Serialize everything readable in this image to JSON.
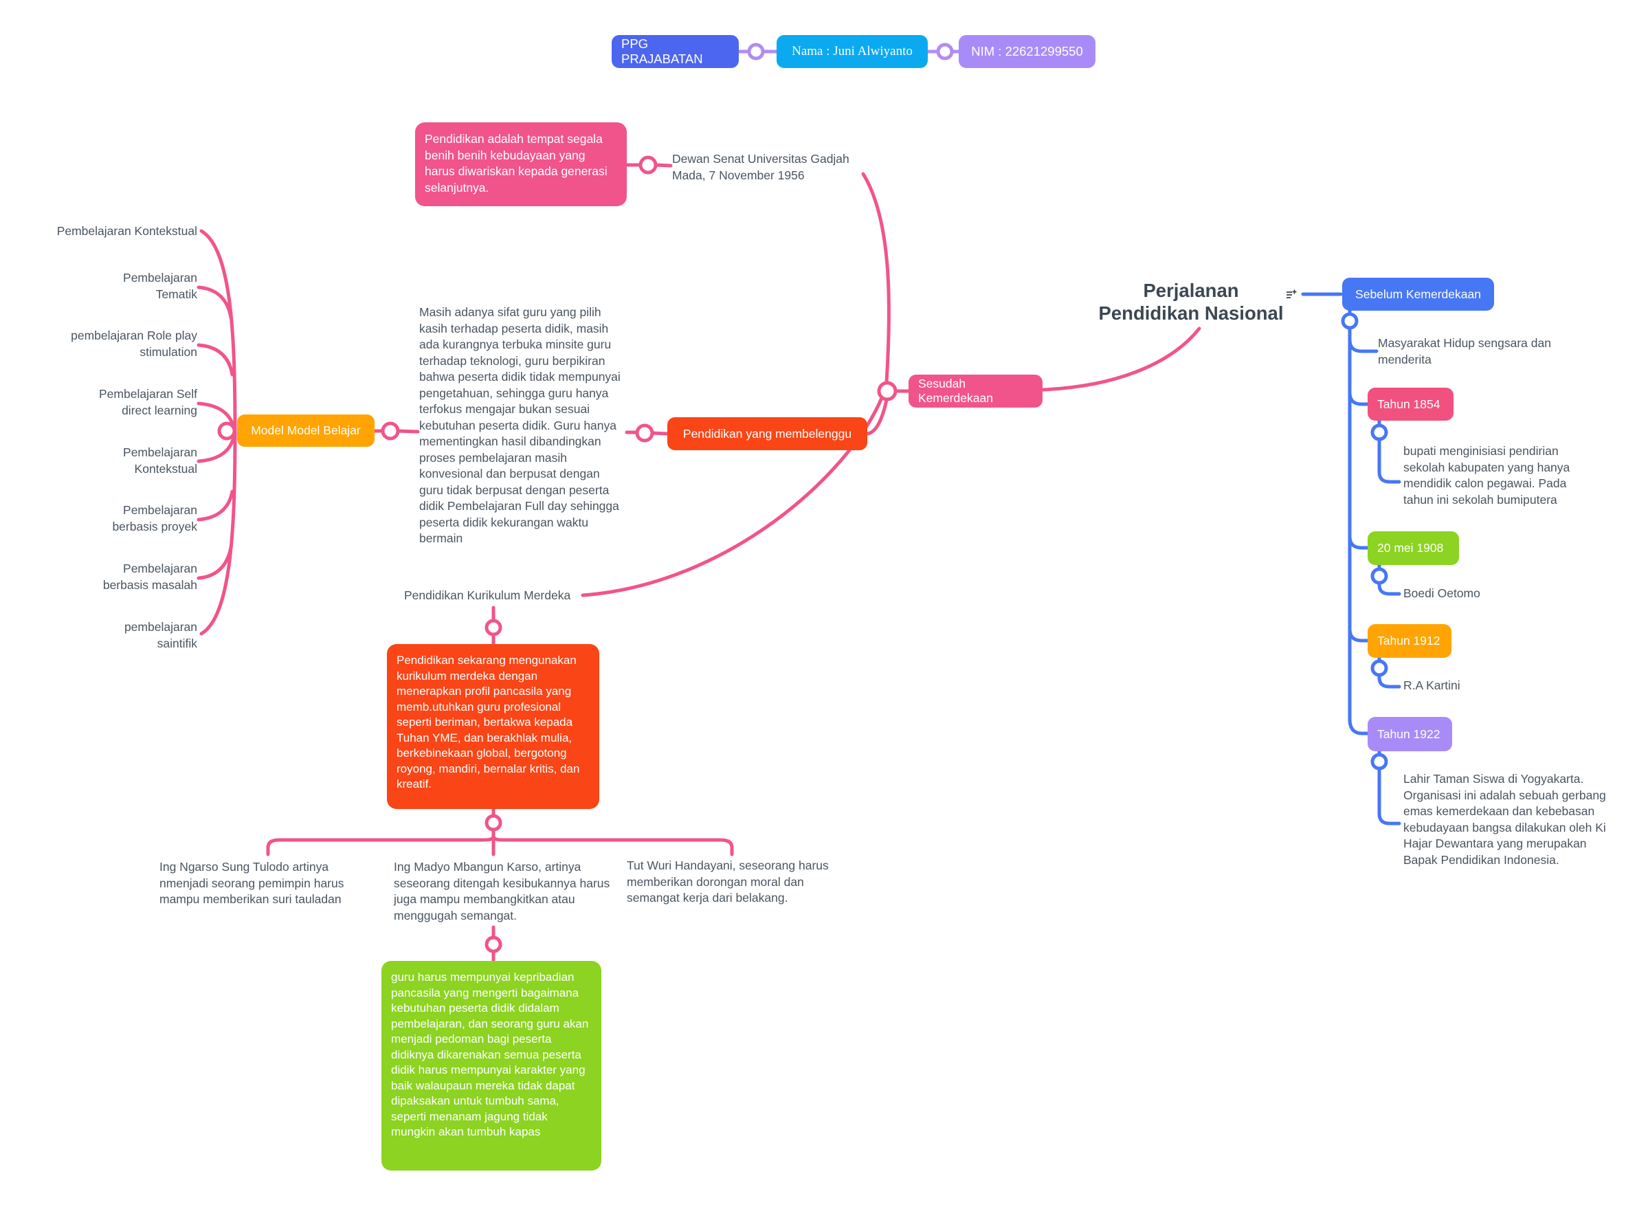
{
  "header": {
    "ppg": "PPG PRAJABATAN",
    "nama": "Nama : Juni Alwiyanto",
    "nim": "NIM : 22621299550"
  },
  "title": "Perjalanan Pendidikan Nasional",
  "sesudah_branch": {
    "label": "Sesudah Kemerdekaan",
    "quote": "Pendidikan adalah tempat segala benih benih kebudayaan yang harus diwariskan kepada generasi selanjutnya.",
    "quote_source": "Dewan Senat Universitas Gadjah Mada, 7 November 1956",
    "membelenggu": {
      "label": "Pendidikan yang membelenggu",
      "description": "Masih adanya sifat guru yang pilih kasih terhadap peserta didik, masih ada kurangnya terbuka minsite guru terhadap teknologi, guru berpikiran bahwa peserta didik tidak mempunyai pengetahuan, sehingga guru hanya terfokus mengajar bukan sesuai kebutuhan peserta didik.  Guru hanya mementingkan hasil dibandingkan proses  pembelajaran masih konvesional dan berpusat dengan guru tidak berpusat dengan peserta didik Pembelajaran Full day sehingga peserta didik kekurangan waktu bermain"
    },
    "model_belajar": {
      "label": "Model Model Belajar",
      "items": [
        "Pembelajaran Kontekstual",
        "Pembelajaran Tematik",
        "pembelajaran Role play stimulation",
        "Pembelajaran Self direct learning",
        "Pembelajaran Kontekstual",
        "Pembelajaran berbasis proyek",
        "Pembelajaran berbasis masalah",
        "pembelajaran saintifik"
      ]
    },
    "kurikulum": {
      "label": "Pendidikan Kurikulum Merdeka",
      "description": "Pendidikan sekarang mengunakan kurikulum merdeka dengan menerapkan profil pancasila yang memb.utuhkan guru profesional seperti beriman, bertakwa kepada Tuhan YME, dan berakhlak mulia, berkebinekaan global, bergotong royong, mandiri, bernalar kritis, dan kreatif.",
      "trilogi": [
        "Ing Ngarso Sung Tulodo artinya nmenjadi seorang pemimpin harus mampu memberikan suri tauladan",
        "Ing Madyo Mbangun Karso, artinya seseorang ditengah kesibukannya harus juga mampu membangkitkan atau menggugah semangat.",
        "Tut Wuri Handayani, seseorang harus memberikan dorongan moral dan semangat kerja dari belakang."
      ],
      "guru": "guru harus mempunyai kepribadian pancasila yang mengerti bagaimana kebutuhan peserta didik didalam pembelajaran, dan seorang guru akan menjadi pedoman bagi peserta didiknya dikarenakan semua peserta didik harus mempunyai karakter yang baik walaupaun mereka tidak dapat dipaksakan untuk tumbuh sama, seperti menanam jagung tidak mungkin akan tumbuh kapas"
    }
  },
  "sebelum_branch": {
    "label": "Sebelum Kemerdekaan",
    "masyarakat": "Masyarakat Hidup sengsara dan menderita",
    "timeline": [
      {
        "year": "Tahun 1854",
        "color": "#f1517f",
        "detail": "bupati menginisiasi pendirian sekolah kabupaten yang hanya mendidik calon pegawai. Pada tahun ini sekolah bumiputera"
      },
      {
        "year": "20 mei 1908",
        "color": "#8cd322",
        "detail": "Boedi Oetomo"
      },
      {
        "year": "Tahun 1912",
        "color": "#ffa402",
        "detail": "R.A Kartini"
      },
      {
        "year": "Tahun 1922",
        "color": "#a98bf7",
        "detail": "Lahir Taman Siswa di Yogyakarta. Organisasi ini adalah sebuah gerbang emas kemerdekaan dan kebebasan kebudayaan bangsa dilakukan oleh Ki Hajar Dewantara yang merupakan Bapak Pendidikan Indonesia."
      }
    ]
  },
  "icons": {
    "title_icon": "add-note-outline-icon"
  },
  "colors": {
    "pink": "#f1548a",
    "pink_deep": "#f1517f",
    "orange": "#ffa402",
    "red": "#fa4517",
    "green": "#8cd322",
    "blue": "#4677f5",
    "indigo": "#4c66ef",
    "cyan": "#0ba9f0",
    "purple": "#a98bf7",
    "text_grey": "#4a5560",
    "title_text": "#3c4752"
  }
}
